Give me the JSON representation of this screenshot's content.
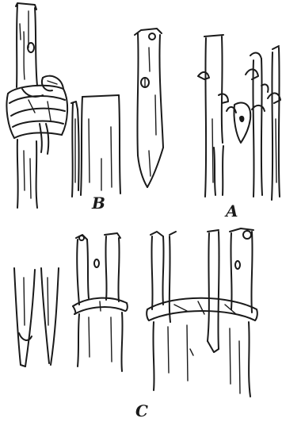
{
  "figures": {
    "a": {
      "label": "A"
    },
    "b": {
      "label": "B"
    },
    "c": {
      "label": "C"
    }
  }
}
